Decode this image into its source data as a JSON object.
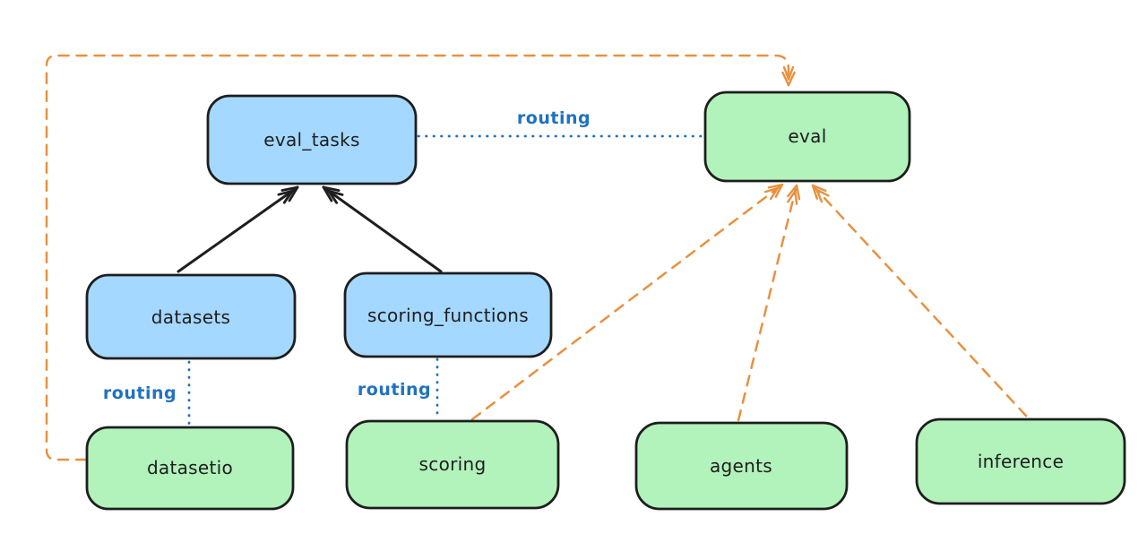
{
  "colors": {
    "background": "#ffffff",
    "api_box_fill": "#a5d8ff",
    "provider_box_fill": "#b2f2bb",
    "box_stroke": "#1e1e1e",
    "text": "#1e1e1e",
    "solid_arrow": "#1e1e1e",
    "routing_blue": "#1f72c1",
    "dependency_orange": "#e8913f"
  },
  "nodes": {
    "eval_tasks": {
      "label": "eval_tasks"
    },
    "eval": {
      "label": "eval"
    },
    "datasets": {
      "label": "datasets"
    },
    "scoring_functions": {
      "label": "scoring_functions"
    },
    "datasetio": {
      "label": "datasetio"
    },
    "scoring": {
      "label": "scoring"
    },
    "agents": {
      "label": "agents"
    },
    "inference": {
      "label": "inference"
    }
  },
  "edges": [
    {
      "from": "datasets",
      "to": "eval_tasks",
      "style": "solid-arrow",
      "label": ""
    },
    {
      "from": "scoring_functions",
      "to": "eval_tasks",
      "style": "solid-arrow",
      "label": ""
    },
    {
      "from": "eval_tasks",
      "to": "eval",
      "style": "dotted",
      "label": "routing"
    },
    {
      "from": "datasets",
      "to": "datasetio",
      "style": "dotted",
      "label": "routing"
    },
    {
      "from": "scoring_functions",
      "to": "scoring",
      "style": "dotted",
      "label": "routing"
    },
    {
      "from": "datasetio",
      "to": "eval",
      "style": "dashed-arrow",
      "label": ""
    },
    {
      "from": "scoring",
      "to": "eval",
      "style": "dashed-arrow",
      "label": ""
    },
    {
      "from": "agents",
      "to": "eval",
      "style": "dashed-arrow",
      "label": ""
    },
    {
      "from": "inference",
      "to": "eval",
      "style": "dashed-arrow",
      "label": ""
    }
  ]
}
